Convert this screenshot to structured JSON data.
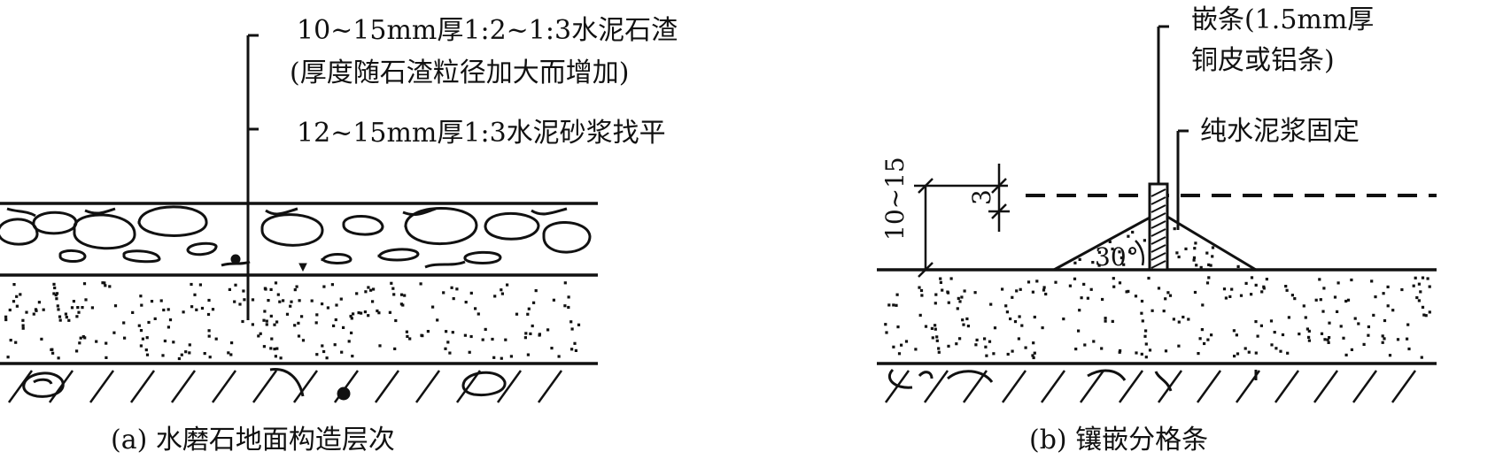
{
  "panel_a": {
    "label_top_line1": "10~15mm厚1:2~1:3水泥石渣",
    "label_top_line2": "(厚度随石渣粒径加大而增加)",
    "label_bottom": "12~15mm厚1:3水泥砂浆找平",
    "caption": "(a) 水磨石地面构造层次"
  },
  "panel_b": {
    "strip_label_line1": "嵌条(1.5mm厚",
    "strip_label_line2": "铜皮或铝条)",
    "paste_label": "纯水泥浆固定",
    "dim_total": "10~15",
    "dim_small": "3",
    "angle_label": "30°",
    "caption": "(b) 镶嵌分格条"
  },
  "colors": {
    "ink": "#111111",
    "background": "#ffffff"
  }
}
